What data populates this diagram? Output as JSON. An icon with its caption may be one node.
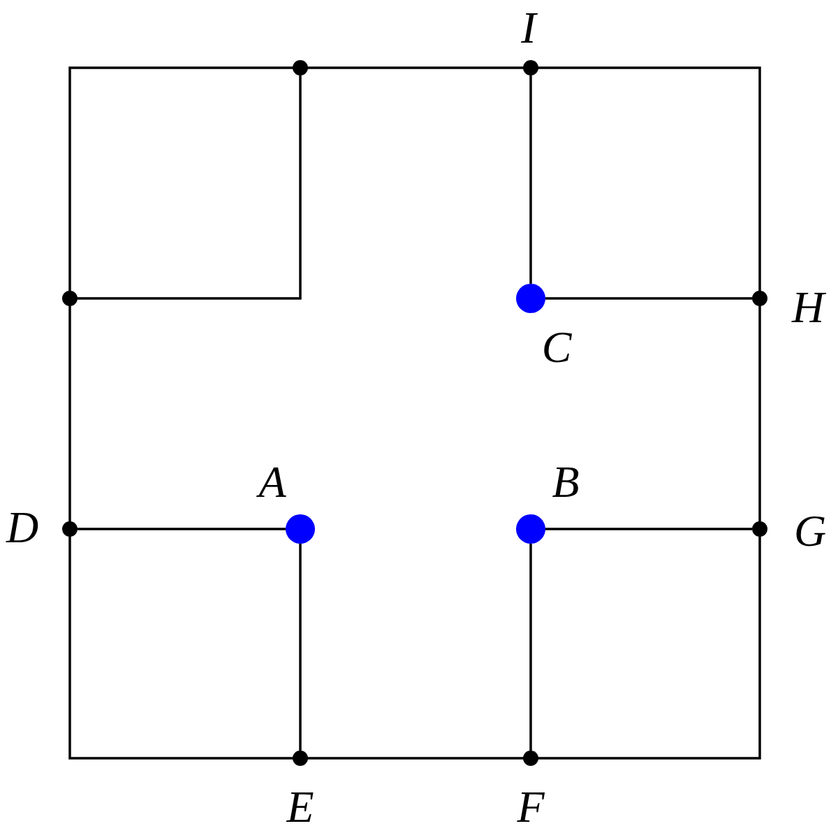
{
  "diagram": {
    "nodes": [
      {
        "text": [],
        "shape": "circle"
      },
      {
        "text": [],
        "shape": "circle",
        "beside": [
          "I"
        ]
      },
      {
        "text": [],
        "shape": "circle"
      },
      {
        "text": [],
        "shape": "circle",
        "beside": [
          "C"
        ]
      },
      {
        "text": [],
        "shape": "circle",
        "beside": [
          "H"
        ]
      },
      {
        "text": [],
        "shape": "circle",
        "beside": [
          "D"
        ]
      },
      {
        "text": [],
        "shape": "circle",
        "beside": [
          "A"
        ]
      },
      {
        "text": [],
        "shape": "circle",
        "beside": [
          "B"
        ]
      },
      {
        "text": [],
        "shape": "circle",
        "beside": [
          "G"
        ]
      },
      {
        "text": [],
        "shape": "circle",
        "beside": [
          "E"
        ]
      },
      {
        "text": [],
        "shape": "circle",
        "beside": [
          "F"
        ]
      }
    ],
    "edges": [
      {
        "from": 0,
        "to": 2,
        "arrow": "none"
      },
      {
        "from": 1,
        "to": 3,
        "arrow": "none"
      },
      {
        "from": 3,
        "to": 4,
        "arrow": "none"
      },
      {
        "from": 5,
        "to": 6,
        "arrow": "none"
      },
      {
        "from": 6,
        "to": 9,
        "arrow": "none"
      },
      {
        "from": 7,
        "to": 8,
        "arrow": "none"
      },
      {
        "from": 7,
        "to": 10,
        "arrow": "none"
      }
    ]
  }
}
